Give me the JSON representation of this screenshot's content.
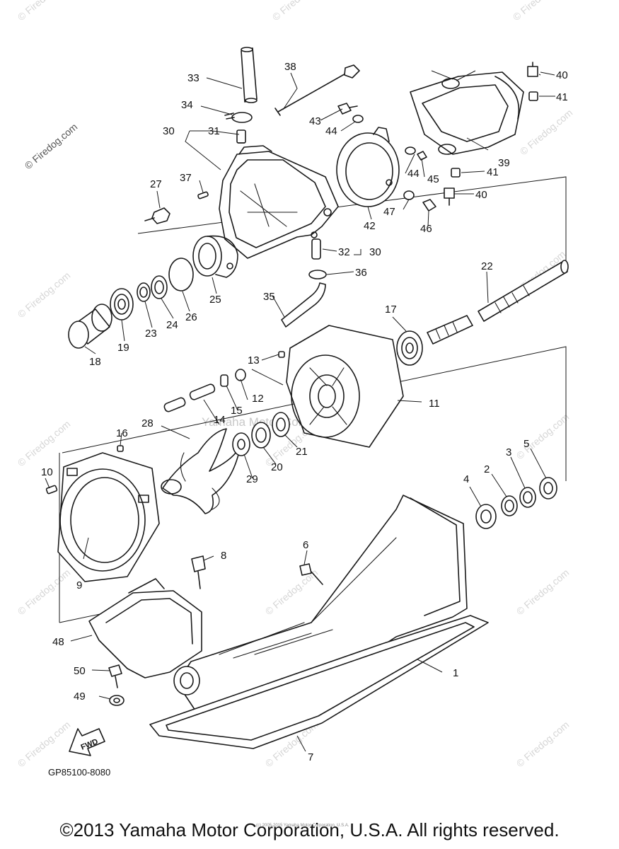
{
  "watermark_text": "© Firedog.com",
  "watermark_center": "Yamaha Motor Corp, U.S.A.",
  "reference_code": "GP85100-8080",
  "direction_label": "FWD",
  "tiny_credit": "(c) 2005-2015 Yamaha Motor Corporation, U.S.A.",
  "copyright": "©2013 Yamaha Motor Corporation, U.S.A. All rights reserved.",
  "callouts": {
    "c1": "1",
    "c2": "2",
    "c3": "3",
    "c4": "4",
    "c5": "5",
    "c6": "6",
    "c7": "7",
    "c8": "8",
    "c9": "9",
    "c10": "10",
    "c11": "11",
    "c12": "12",
    "c13": "13",
    "c14": "14",
    "c15": "15",
    "c16": "16",
    "c17": "17",
    "c18": "18",
    "c19": "19",
    "c20": "20",
    "c21": "21",
    "c22": "22",
    "c23": "23",
    "c24": "24",
    "c25": "25",
    "c26": "26",
    "c27": "27",
    "c28": "28",
    "c29": "29",
    "c30a": "30",
    "c30b": "30",
    "c31": "31",
    "c32": "32",
    "c33": "33",
    "c34": "34",
    "c35": "35",
    "c36": "36",
    "c37": "37",
    "c38": "38",
    "c39": "39",
    "c40a": "40",
    "c40b": "40",
    "c41a": "41",
    "c41b": "41",
    "c42": "42",
    "c43": "43",
    "c44a": "44",
    "c44b": "44",
    "c45": "45",
    "c46": "46",
    "c47": "47",
    "c48": "48",
    "c49": "49",
    "c50": "50"
  }
}
